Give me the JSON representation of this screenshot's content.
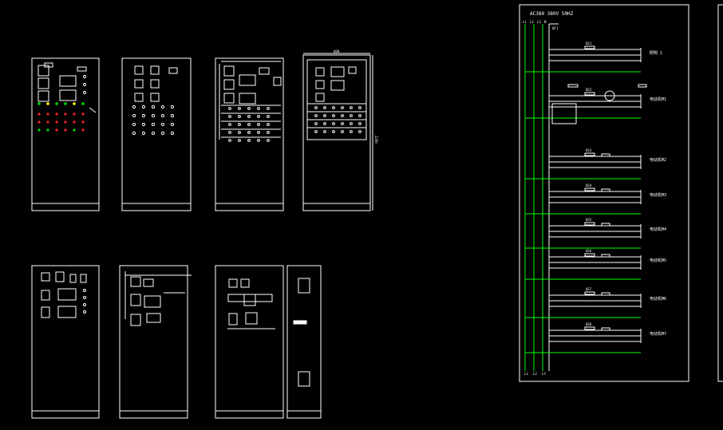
{
  "colors": {
    "background": "#000000",
    "line": "#ffffff",
    "bus": "#00ff00",
    "lamp_green": "#00dd00",
    "lamp_red": "#ff2020",
    "lamp_yellow": "#ffff00"
  },
  "schematic": {
    "header": "AC380 380V 50HZ",
    "phases": [
      "L1",
      "L2",
      "L3",
      "N"
    ],
    "breaker_tag": "QF1",
    "circuits": [
      {
        "tag": "QS1",
        "label": "照明 1"
      },
      {
        "tag": "QS2",
        "label": "电动机M1"
      },
      {
        "tag": "QS3",
        "label": "电动机M2"
      },
      {
        "tag": "QS4",
        "label": "电动机M3"
      },
      {
        "tag": "QS5",
        "label": "电动机M4"
      },
      {
        "tag": "QS6",
        "label": "电动机M5"
      },
      {
        "tag": "QS7",
        "label": "电动机M6"
      },
      {
        "tag": "QS8",
        "label": "电动机M7"
      }
    ],
    "bottom_labels": [
      "L1",
      "L2",
      "L3"
    ]
  },
  "panels": {
    "dimension_label": "800",
    "height_label": "2200"
  }
}
